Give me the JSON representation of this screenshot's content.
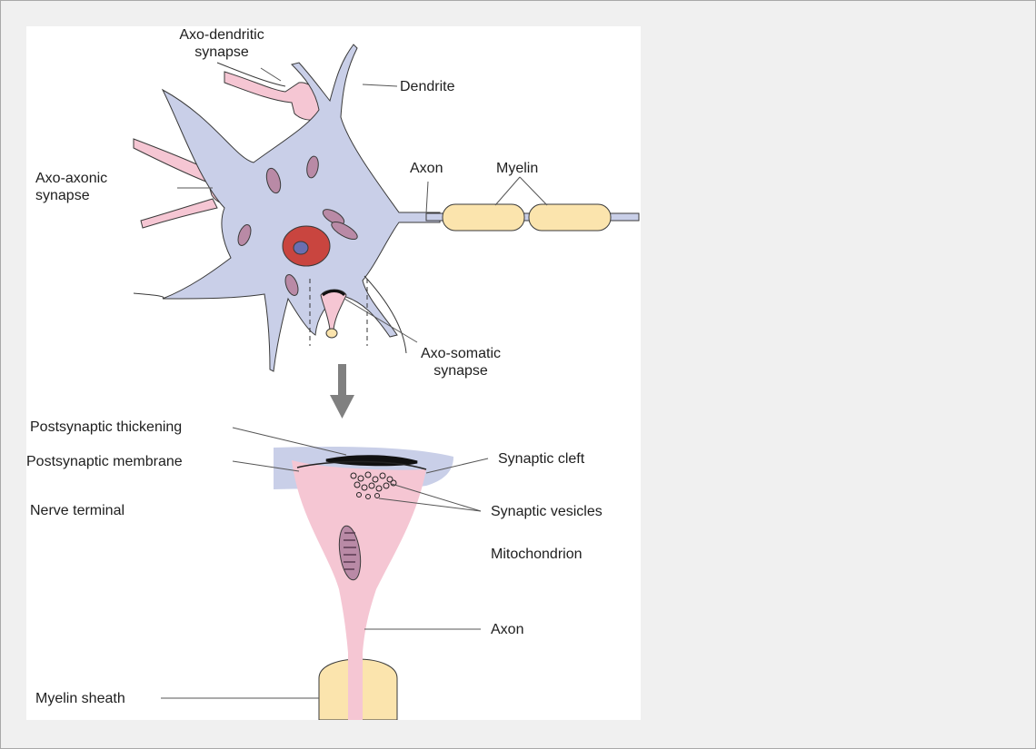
{
  "labels": {
    "axo_dendritic": [
      "Axo-dendritic",
      "synapse"
    ],
    "dendrite": "Dendrite",
    "axo_axonic": [
      "Axo-axonic",
      "synapse"
    ],
    "axon_top": "Axon",
    "myelin": "Myelin",
    "axo_somatic": [
      "Axo-somatic",
      "synapse"
    ],
    "postsynaptic_thickening": "Postsynaptic thickening",
    "postsynaptic_membrane": "Postsynaptic membrane",
    "synaptic_cleft": "Synaptic cleft",
    "nerve_terminal": "Nerve terminal",
    "synaptic_vesicles": "Synaptic vesicles",
    "mitochondrion": "Mitochondrion",
    "axon_bottom": "Axon",
    "myelin_sheath": "Myelin sheath"
  },
  "colors": {
    "soma": "#c9cfe8",
    "nucleus": "#c9453f",
    "nucleolus": "#6a6fb0",
    "organelle": "#b98aa6",
    "terminal": "#f5c6d3",
    "myelin": "#fbe4ad",
    "outline": "#3a3a3a"
  },
  "icons": [
    "down-arrow-icon"
  ]
}
